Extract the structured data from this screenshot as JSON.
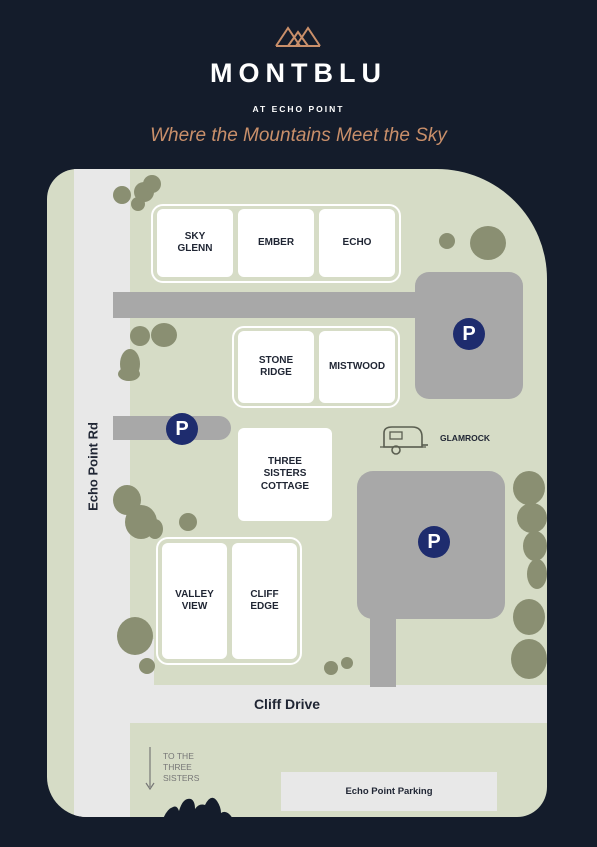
{
  "header": {
    "brand": "MONTBLU",
    "sub_brand": "AT ECHO POINT",
    "tagline": "Where the Mountains Meet the Sky",
    "logo_icon": "mountains-icon",
    "accent_color": "#c98f6a"
  },
  "map": {
    "roads": {
      "echo_point_rd": "Echo Point Rd",
      "cliff_drive": "Cliff Drive",
      "echo_point_parking": "Echo Point Parking"
    },
    "buildings": {
      "sky_glenn": "SKY\nGLENN",
      "ember": "EMBER",
      "echo": "ECHO",
      "stone_ridge": "STONE\nRIDGE",
      "mistwood": "MISTWOOD",
      "three_sisters_cottage": "THREE\nSISTERS\nCOTTAGE",
      "valley_view": "VALLEY\nVIEW",
      "cliff_edge": "CLIFF\nEDGE"
    },
    "glamrock": "GLAMROCK",
    "parking_symbol": "P",
    "to_three_sisters": "TO THE\nTHREE\nSISTERS",
    "colors": {
      "land": "#d6dcc6",
      "road": "#e8e8e8",
      "parking_area": "#a8a8a8",
      "parking_badge": "#1e2c6e",
      "tree": "#8a8f72",
      "background": "#141c2b"
    }
  }
}
